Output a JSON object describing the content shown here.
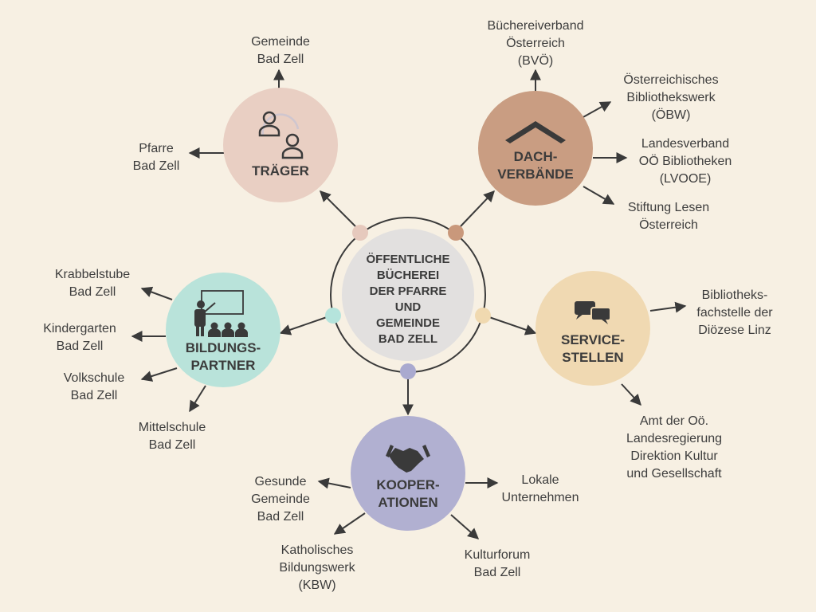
{
  "center": {
    "title": "ÖFFENTLICHE\nBÜCHEREI\nDER PFARRE\nUND\nGEMEINDE\nBAD ZELL"
  },
  "nodes": {
    "traeger": {
      "title": "TRÄGER",
      "color": "#e9cfc3",
      "items": [
        "Gemeinde\nBad Zell",
        "Pfarre\nBad Zell"
      ]
    },
    "dachverbaende": {
      "title": "DACH-\nVERBÄNDE",
      "color": "#c99d82",
      "items": [
        "Büchereiverband\nÖsterreich\n(BVÖ)",
        "Österreichisches\nBibliothekswerk\n(ÖBW)",
        "Landesverband\nOÖ Bibliotheken\n(LVOOE)",
        "Stiftung Lesen\nÖsterreich"
      ]
    },
    "bildungspartner": {
      "title": "BILDUNGS-\nPARTNER",
      "color": "#b9e3da",
      "items": [
        "Krabbelstube\nBad Zell",
        "Kindergarten\nBad Zell",
        "Volkschule\nBad Zell",
        "Mittelschule\nBad Zell"
      ]
    },
    "servicestellen": {
      "title": "SERVICE-\nSTELLEN",
      "color": "#f0d9b2",
      "items": [
        "Bibliotheks-\nfachstelle der\nDiözese Linz",
        "Amt der Oö.\nLandesregierung\nDirektion Kultur\nund Gesellschaft"
      ]
    },
    "kooperationen": {
      "title": "KOOPER-\nATIONEN",
      "color": "#b1b0d1",
      "items": [
        "Gesunde\nGemeinde\nBad Zell",
        "Lokale\nUnternehmen",
        "Katholisches\nBildungswerk\n(KBW)",
        "Kulturforum\nBad Zell"
      ]
    }
  }
}
